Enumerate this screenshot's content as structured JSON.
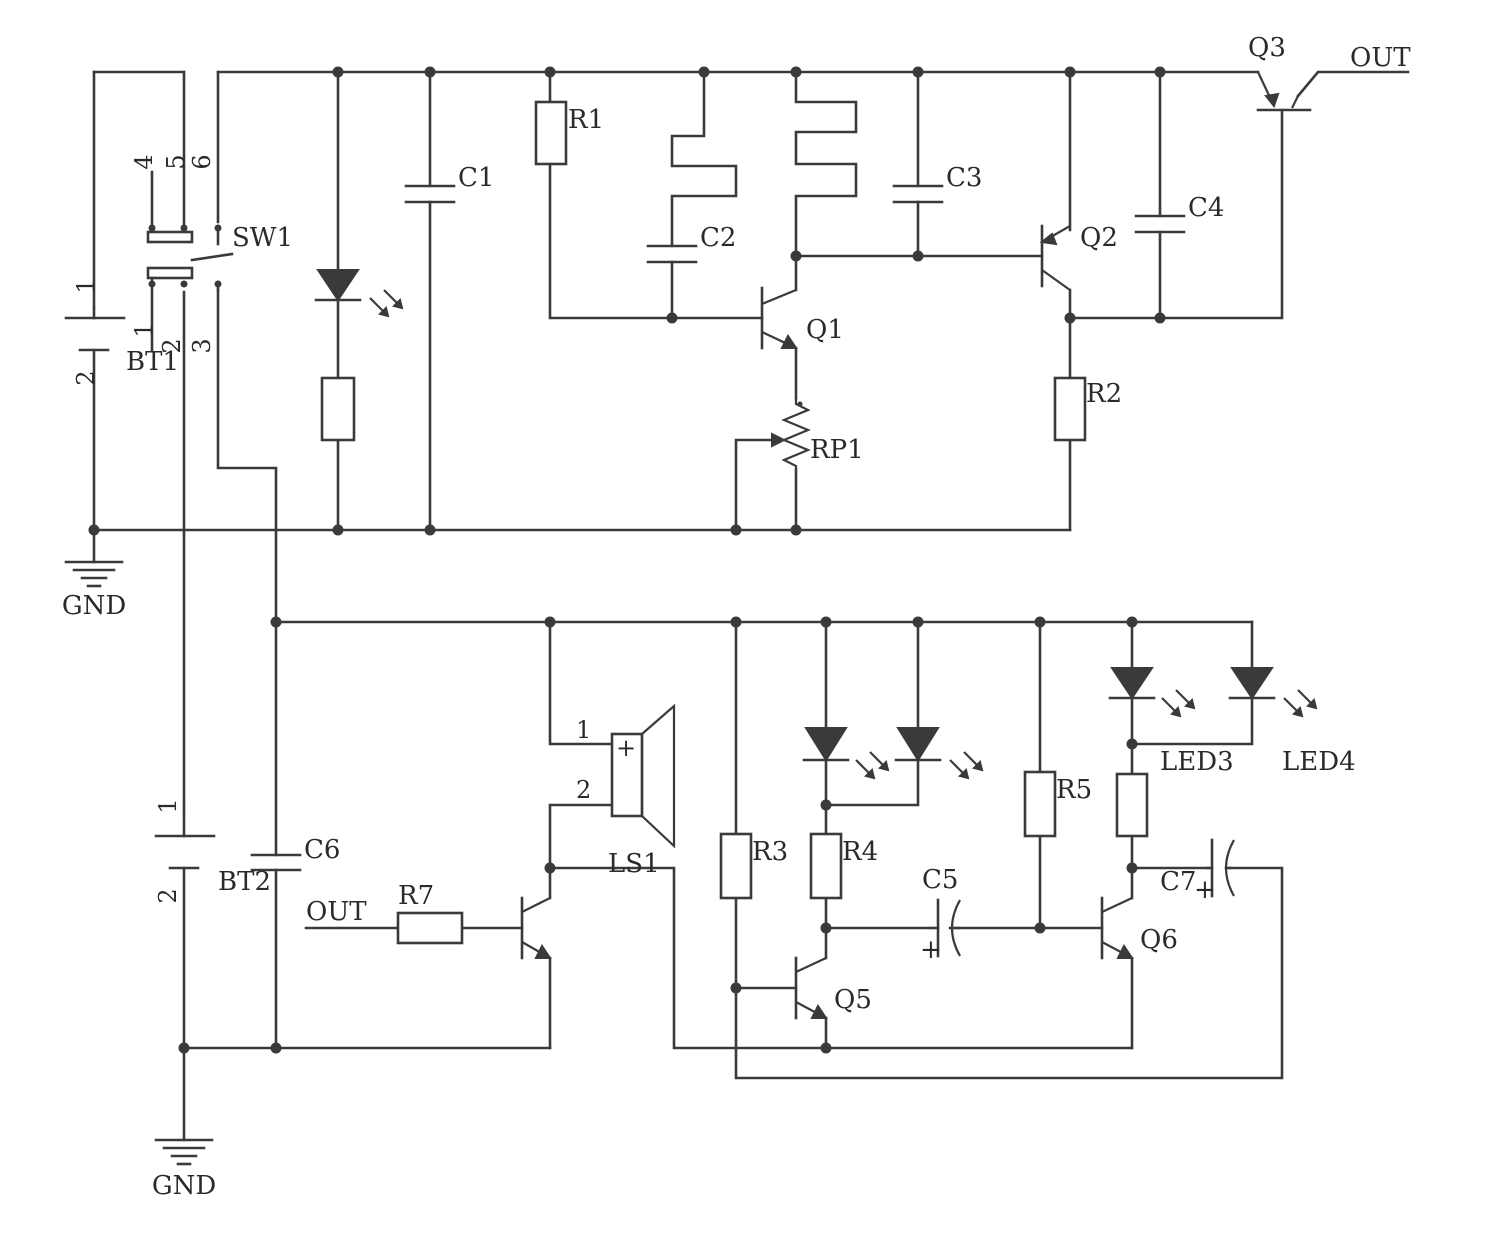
{
  "labels": {
    "r1": "R1",
    "r2": "R2",
    "r3": "R3",
    "r4": "R4",
    "r5": "R5",
    "r7": "R7",
    "c1": "C1",
    "c2": "C2",
    "c3": "C3",
    "c4": "C4",
    "c5": "C5",
    "c6": "C6",
    "c7": "C7",
    "q1": "Q1",
    "q2": "Q2",
    "q3": "Q3",
    "q5": "Q5",
    "q6": "Q6",
    "rp1": "RP1",
    "sw1": "SW1",
    "bt1": "BT1",
    "bt2": "BT2",
    "ls1": "LS1",
    "led3": "LED3",
    "led4": "LED4",
    "out_top": "OUT",
    "out_bottom": "OUT",
    "gnd_top": "GND",
    "gnd_bottom": "GND"
  },
  "pins": {
    "sw1_p4": "4",
    "sw1_p5": "5",
    "sw1_p6": "6",
    "sw1_p1": "1",
    "sw1_p2": "2",
    "sw1_p3": "3",
    "bt1_p1": "1",
    "bt1_p2": "2",
    "bt2_p1": "1",
    "bt2_p2": "2",
    "ls1_p1": "1",
    "ls1_p2": "2",
    "ls1_plus": "+"
  },
  "polarity": {
    "c5_plus": "+",
    "c7_plus": "+"
  }
}
